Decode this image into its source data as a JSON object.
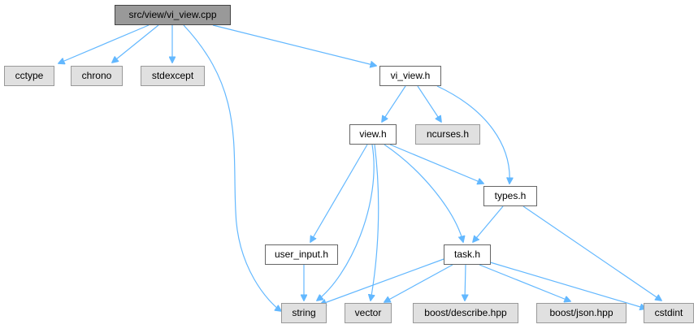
{
  "graph": {
    "root": "src/view/vi_view.cpp",
    "nodes": {
      "root": "src/view/vi_view.cpp",
      "cctype": "cctype",
      "chrono": "chrono",
      "stdexcept": "stdexcept",
      "vi_view_h": "vi_view.h",
      "view_h": "view.h",
      "ncurses_h": "ncurses.h",
      "types_h": "types.h",
      "user_input_h": "user_input.h",
      "task_h": "task.h",
      "string": "string",
      "vector": "vector",
      "boost_describe": "boost/describe.hpp",
      "boost_json": "boost/json.hpp",
      "cstdint": "cstdint"
    },
    "edges": [
      [
        "root",
        "cctype"
      ],
      [
        "root",
        "chrono"
      ],
      [
        "root",
        "stdexcept"
      ],
      [
        "root",
        "string"
      ],
      [
        "root",
        "vi_view_h"
      ],
      [
        "vi_view_h",
        "view_h"
      ],
      [
        "vi_view_h",
        "ncurses_h"
      ],
      [
        "vi_view_h",
        "types_h"
      ],
      [
        "view_h",
        "types_h"
      ],
      [
        "view_h",
        "user_input_h"
      ],
      [
        "view_h",
        "string"
      ],
      [
        "view_h",
        "vector"
      ],
      [
        "view_h",
        "task_h"
      ],
      [
        "types_h",
        "task_h"
      ],
      [
        "types_h",
        "cstdint"
      ],
      [
        "user_input_h",
        "string"
      ],
      [
        "task_h",
        "string"
      ],
      [
        "task_h",
        "vector"
      ],
      [
        "task_h",
        "boost_describe"
      ],
      [
        "task_h",
        "boost_json"
      ],
      [
        "task_h",
        "cstdint"
      ]
    ],
    "colors": {
      "edge": "#63b8ff",
      "root_fill": "#999999",
      "header_fill": "#e0e0e0",
      "local_fill": "#ffffff"
    }
  }
}
